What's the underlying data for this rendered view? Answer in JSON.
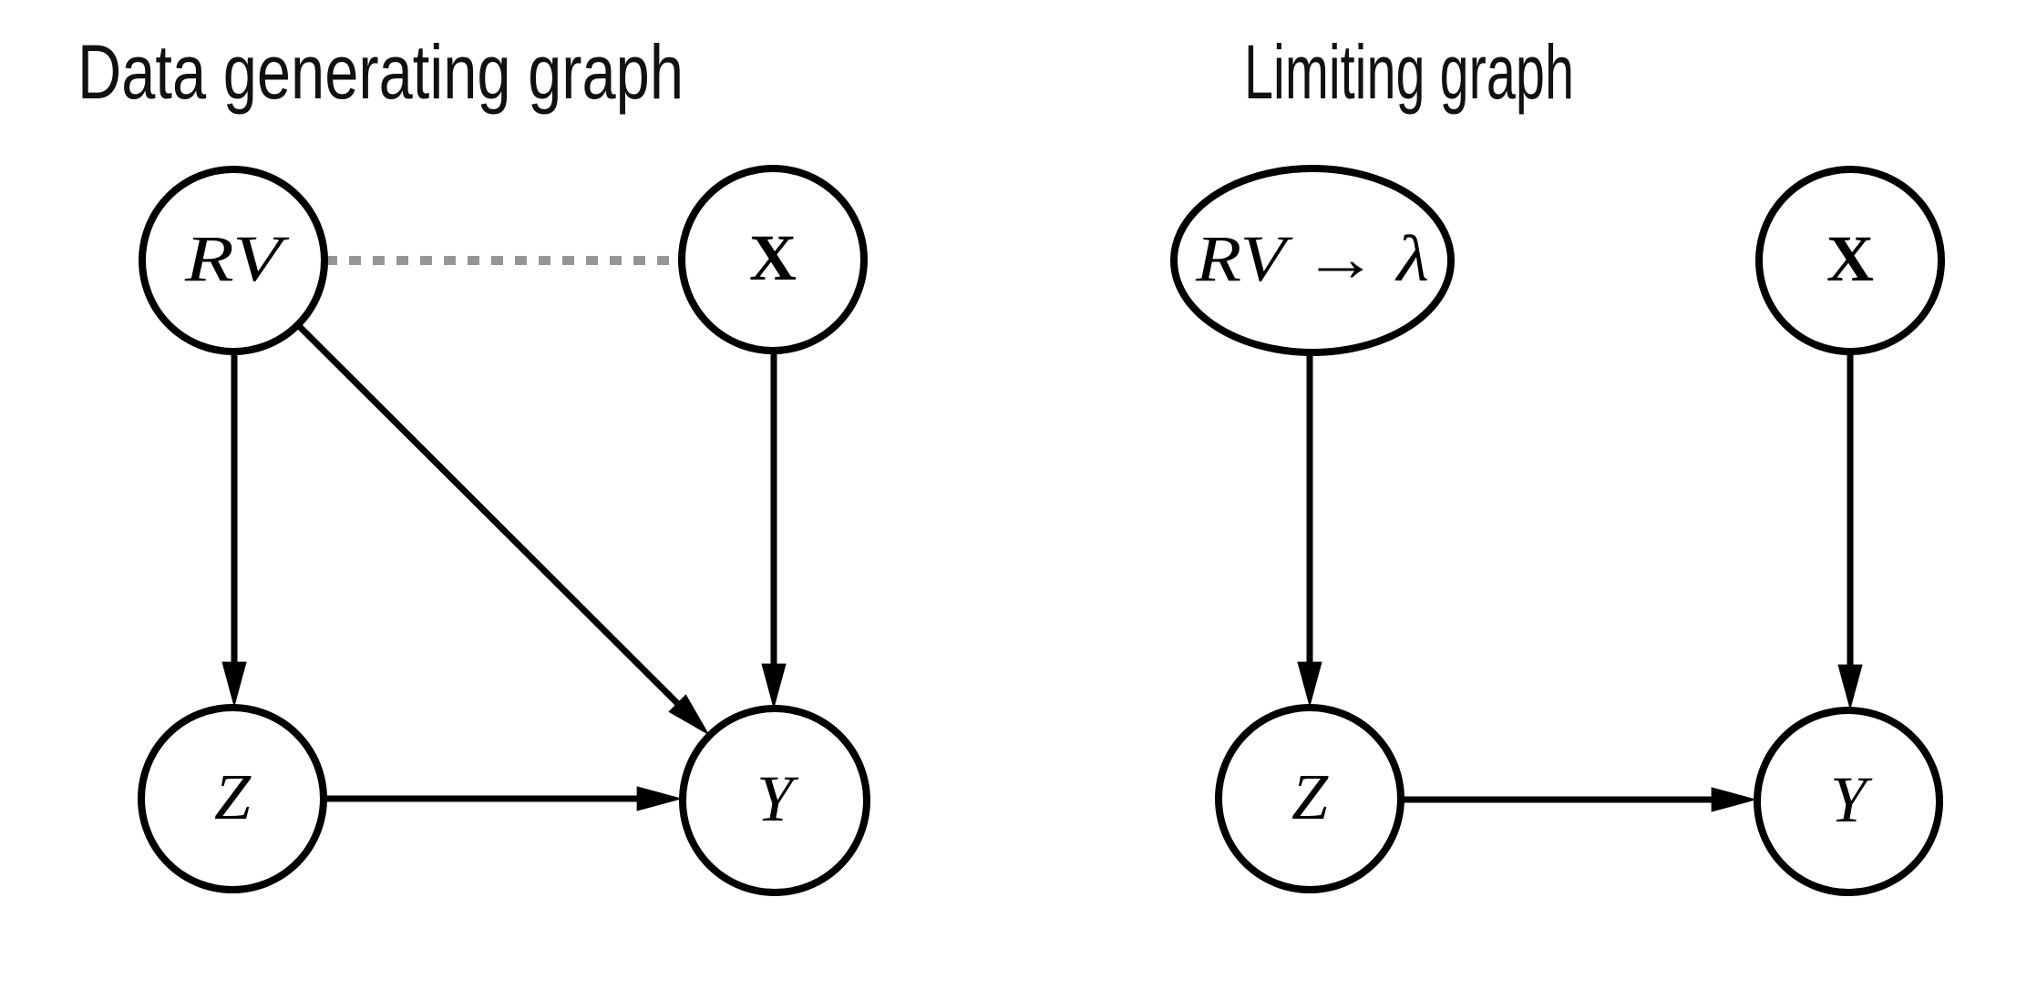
{
  "figure": {
    "background_color": "#ffffff",
    "node_fill_color": "#ffffff",
    "node_stroke_color": "#000000",
    "solid_edge_color": "#000000",
    "dashed_edge_color": "#969696",
    "left_graph": {
      "title": "Data generating graph",
      "nodes": {
        "rv": {
          "label": "RV",
          "shape": "circle"
        },
        "x": {
          "label": "X",
          "shape": "circle"
        },
        "z": {
          "label": "Z",
          "shape": "circle"
        },
        "y": {
          "label": "Y",
          "shape": "circle"
        }
      },
      "edges": [
        {
          "from": "RV",
          "to": "X",
          "style": "dashed",
          "directed": false
        },
        {
          "from": "RV",
          "to": "Z",
          "style": "solid",
          "directed": true
        },
        {
          "from": "RV",
          "to": "Y",
          "style": "solid",
          "directed": true
        },
        {
          "from": "X",
          "to": "Y",
          "style": "solid",
          "directed": true
        },
        {
          "from": "Z",
          "to": "Y",
          "style": "solid",
          "directed": true
        }
      ]
    },
    "right_graph": {
      "title": "Limiting graph",
      "nodes": {
        "rv_lambda": {
          "label": "RV → λ",
          "shape": "ellipse"
        },
        "x": {
          "label": "X",
          "shape": "circle"
        },
        "z": {
          "label": "Z",
          "shape": "circle"
        },
        "y": {
          "label": "Y",
          "shape": "circle"
        }
      },
      "edges": [
        {
          "from": "RV → λ",
          "to": "Z",
          "style": "solid",
          "directed": true
        },
        {
          "from": "X",
          "to": "Y",
          "style": "solid",
          "directed": true
        },
        {
          "from": "Z",
          "to": "Y",
          "style": "solid",
          "directed": true
        }
      ]
    }
  }
}
